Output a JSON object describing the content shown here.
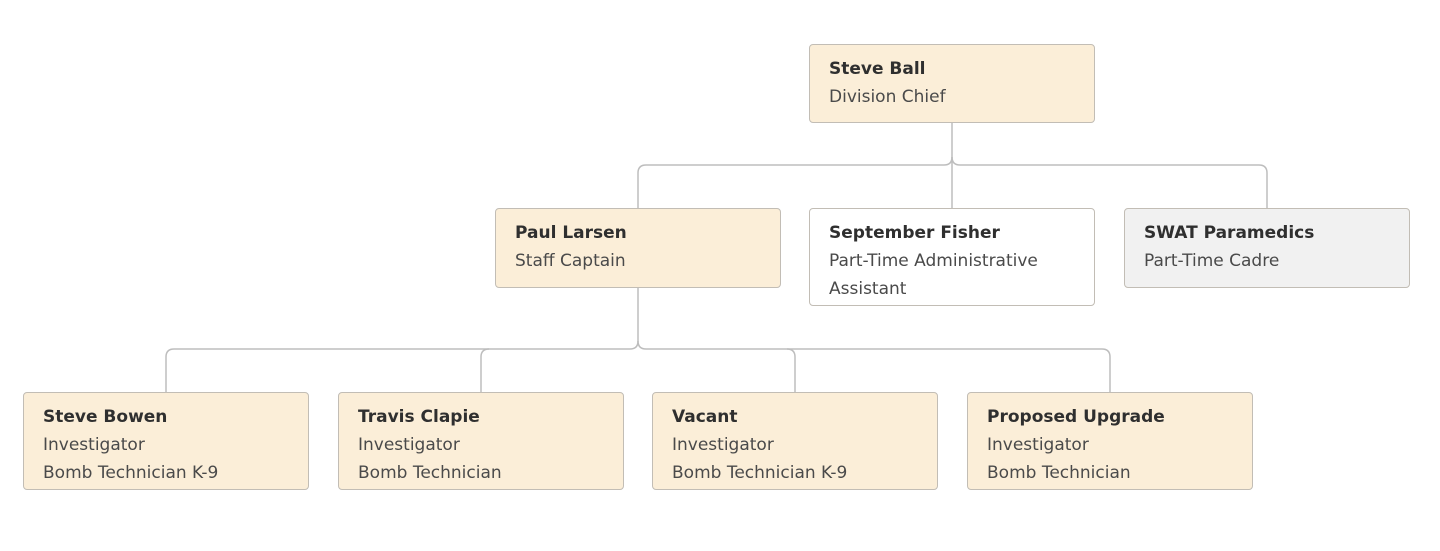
{
  "colors": {
    "cream": "#fbeed8",
    "white": "#ffffff",
    "grey": "#f1f1f1",
    "border": "#c2bdb5",
    "connector": "#bdbdbd"
  },
  "org": {
    "root": {
      "name": "Steve Ball",
      "lines": [
        "Division Chief"
      ],
      "tone": "cream"
    },
    "level1": [
      {
        "name": "Paul Larsen",
        "lines": [
          "Staff Captain"
        ],
        "tone": "cream"
      },
      {
        "name": "September Fisher",
        "lines": [
          "Part-Time Administrative",
          "Assistant"
        ],
        "tone": "white"
      },
      {
        "name": "SWAT Paramedics",
        "lines": [
          "Part-Time Cadre"
        ],
        "tone": "grey"
      }
    ],
    "level2": [
      {
        "name": "Steve Bowen",
        "lines": [
          "Investigator",
          "Bomb Technician K-9"
        ],
        "tone": "cream"
      },
      {
        "name": "Travis Clapie",
        "lines": [
          "Investigator",
          "Bomb Technician"
        ],
        "tone": "cream"
      },
      {
        "name": "Vacant",
        "lines": [
          "Investigator",
          "Bomb Technician K-9"
        ],
        "tone": "cream"
      },
      {
        "name": "Proposed Upgrade",
        "lines": [
          "Investigator",
          "Bomb Technician"
        ],
        "tone": "cream"
      }
    ]
  }
}
